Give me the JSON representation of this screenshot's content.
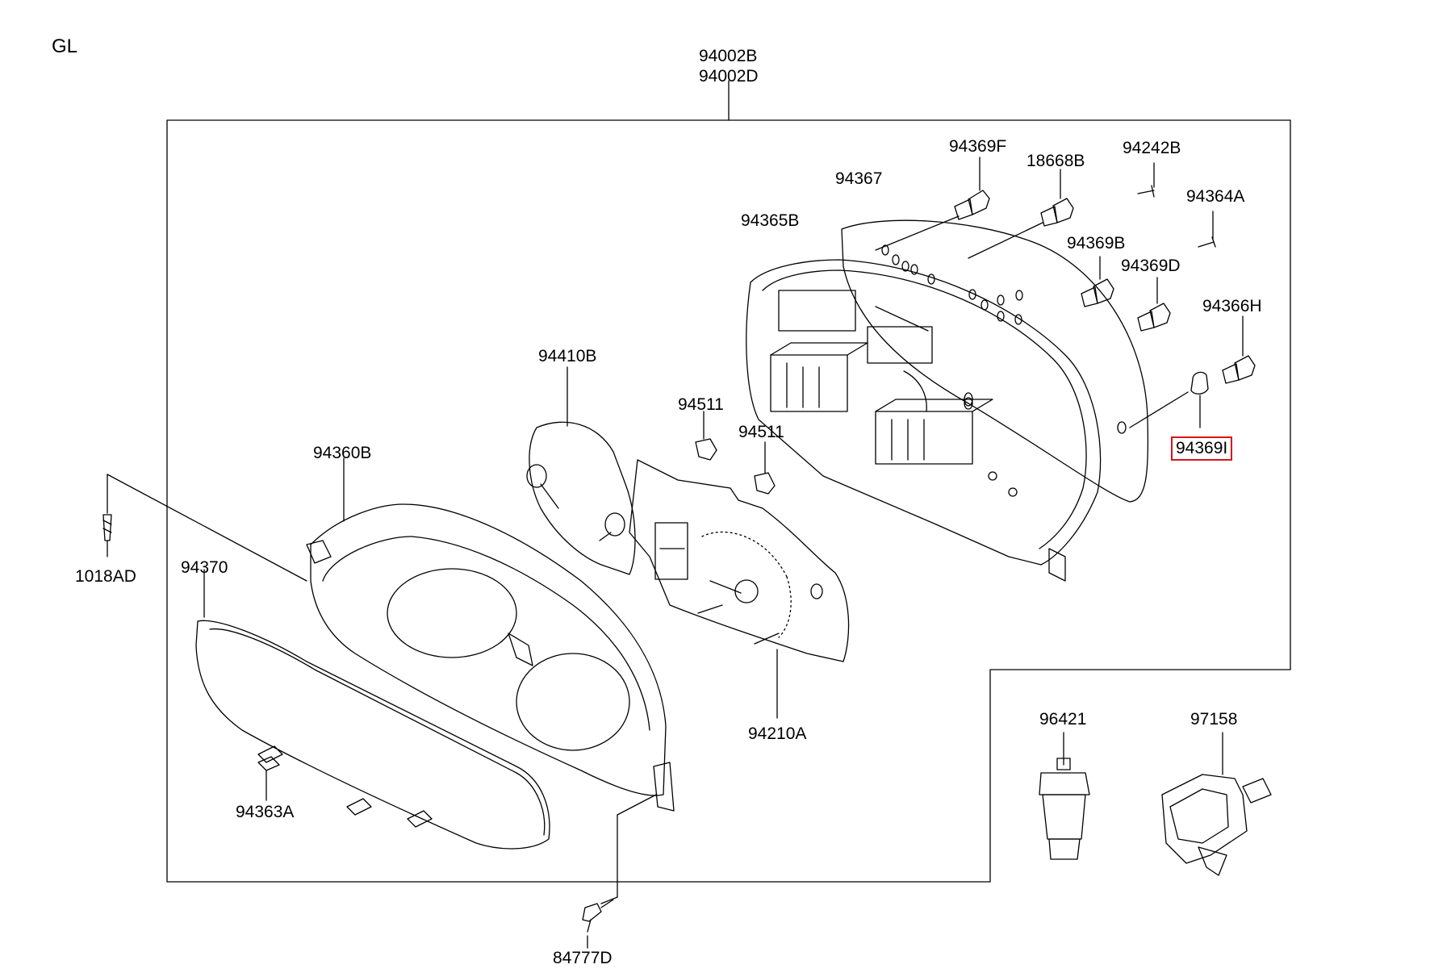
{
  "variant": "GL",
  "assembly": {
    "numbers": [
      "94002B",
      "94002D"
    ]
  },
  "colors": {
    "highlight": "#d9141b",
    "line": "#000000"
  },
  "parts": [
    {
      "id": "p94369F",
      "number": "94369F",
      "highlighted": false
    },
    {
      "id": "p18668B",
      "number": "18668B",
      "highlighted": false
    },
    {
      "id": "p94242B",
      "number": "94242B",
      "highlighted": false
    },
    {
      "id": "p94367",
      "number": "94367",
      "highlighted": false
    },
    {
      "id": "p94364A",
      "number": "94364A",
      "highlighted": false
    },
    {
      "id": "p94365B",
      "number": "94365B",
      "highlighted": false
    },
    {
      "id": "p94369B",
      "number": "94369B",
      "highlighted": false
    },
    {
      "id": "p94369D",
      "number": "94369D",
      "highlighted": false
    },
    {
      "id": "p94366H",
      "number": "94366H",
      "highlighted": false
    },
    {
      "id": "p94369I",
      "number": "94369I",
      "highlighted": true
    },
    {
      "id": "p94410B",
      "number": "94410B",
      "highlighted": false
    },
    {
      "id": "p94511a",
      "number": "94511",
      "highlighted": false
    },
    {
      "id": "p94511b",
      "number": "94511",
      "highlighted": false
    },
    {
      "id": "p94360B",
      "number": "94360B",
      "highlighted": false
    },
    {
      "id": "p1018AD",
      "number": "1018AD",
      "highlighted": false
    },
    {
      "id": "p94370",
      "number": "94370",
      "highlighted": false
    },
    {
      "id": "p94210A",
      "number": "94210A",
      "highlighted": false
    },
    {
      "id": "p94363A",
      "number": "94363A",
      "highlighted": false
    },
    {
      "id": "p96421",
      "number": "96421",
      "highlighted": false
    },
    {
      "id": "p97158",
      "number": "97158",
      "highlighted": false
    },
    {
      "id": "p84777D",
      "number": "84777D",
      "highlighted": false
    }
  ]
}
